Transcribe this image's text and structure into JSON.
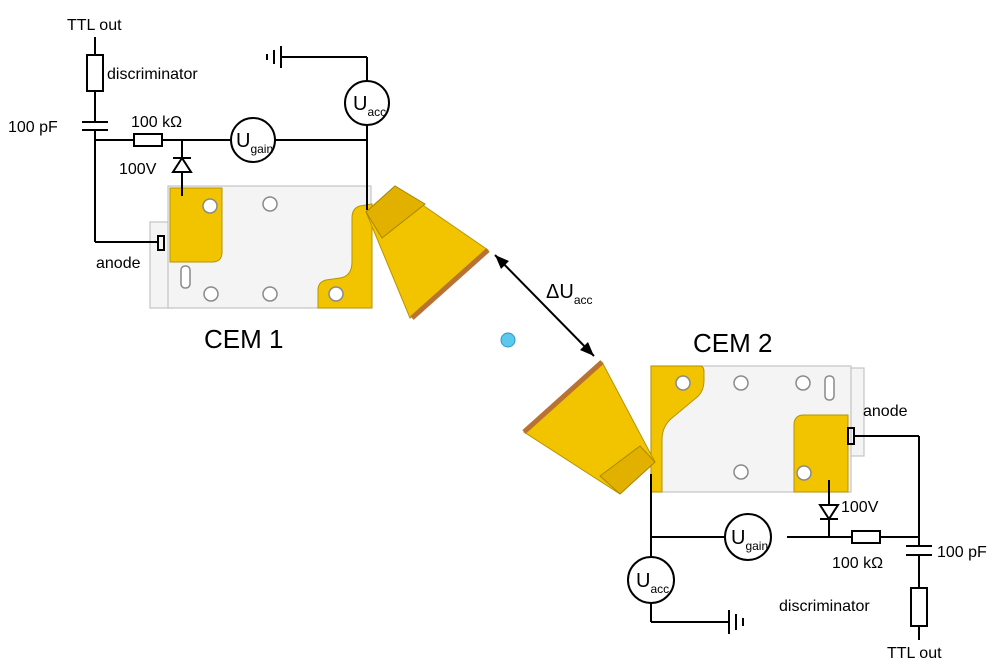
{
  "colors": {
    "gold": "#f2c400",
    "gold_dark": "#b79400",
    "copper": "#b87333",
    "ion": "#5bc8ee",
    "body_grey": "#f4f4f4"
  },
  "cem1": {
    "title": "CEM 1",
    "ttl_out": "TTL out",
    "discriminator": "discriminator",
    "capacitor": "100 pF",
    "resistor": "100 kΩ",
    "diode": "100V",
    "anode": "anode",
    "u_gain": {
      "base": "U",
      "sub": "gain"
    },
    "u_acc": {
      "base": "U",
      "sub": "acc"
    }
  },
  "cem2": {
    "title": "CEM 2",
    "ttl_out": "TTL out",
    "discriminator": "discriminator",
    "capacitor": "100 pF",
    "resistor": "100 kΩ",
    "diode": "100V",
    "anode": "anode",
    "u_gain": {
      "base": "U",
      "sub": "gain"
    },
    "u_acc": {
      "base": "U",
      "sub": "acc"
    }
  },
  "delta_u": {
    "base": "ΔU",
    "sub": "acc"
  }
}
